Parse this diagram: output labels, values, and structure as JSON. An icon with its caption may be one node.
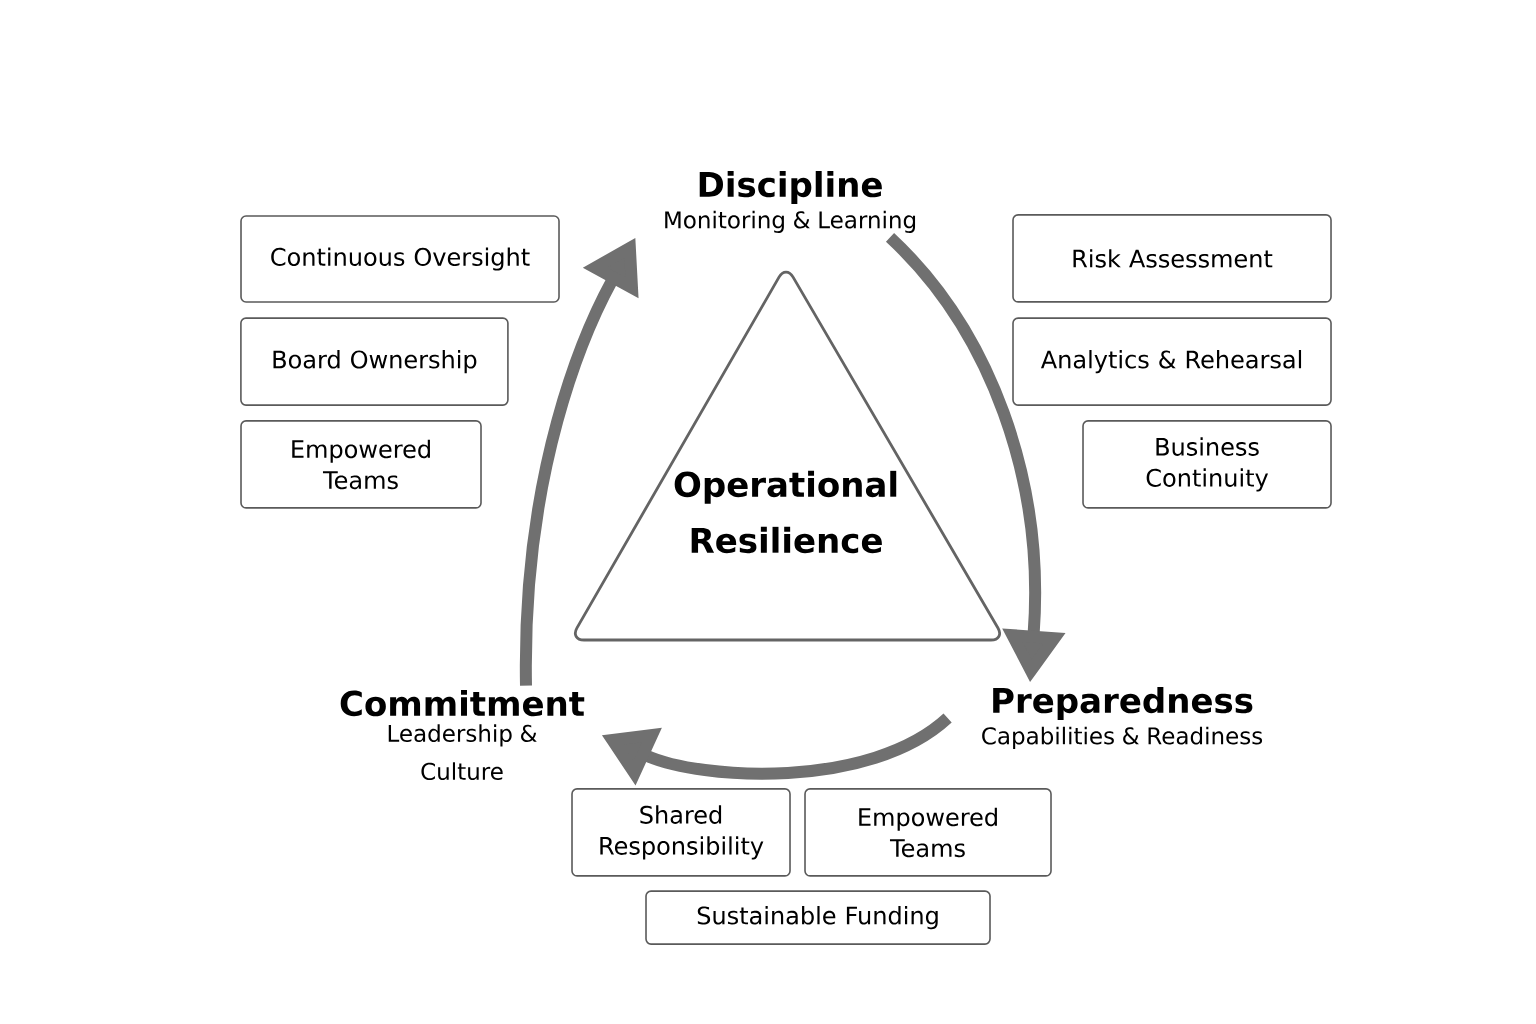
{
  "diagram": {
    "nodes": [
      {
        "text": [
          "Discipline",
          "Monitoring & Learning"
        ]
      },
      {
        "text": [
          "Continuous Oversight"
        ]
      },
      {
        "text": [
          "Risk Assessment"
        ]
      },
      {
        "text": [
          "Board Ownership"
        ]
      },
      {
        "text": [
          "Analytics & Rehearsal"
        ]
      },
      {
        "text": [
          "Empowered Teams"
        ]
      },
      {
        "text": [
          "Business Continuity"
        ]
      },
      {
        "text": [
          "Operational Resilience"
        ]
      },
      {
        "text": [
          "Commitment",
          "Leadership & Culture"
        ]
      },
      {
        "text": [
          "Preparedness",
          "Capabilities & Readiness"
        ]
      },
      {
        "text": [
          "Shared Responsibility"
        ]
      },
      {
        "text": [
          "Empowered Teams"
        ]
      },
      {
        "text": [
          "Sustainable Funding"
        ]
      }
    ],
    "edges": [
      {
        "from": 8,
        "to": 0,
        "arrow": "to"
      },
      {
        "from": 0,
        "to": 9,
        "arrow": "to"
      },
      {
        "from": 9,
        "to": 8,
        "arrow": "to"
      }
    ]
  }
}
